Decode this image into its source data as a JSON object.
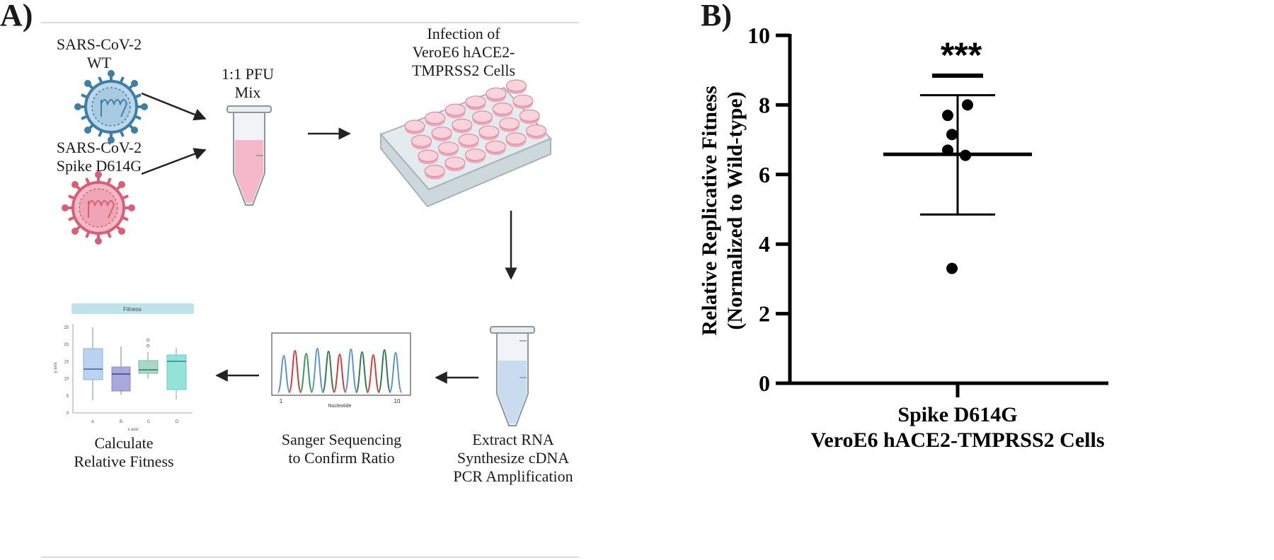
{
  "panel_a": {
    "label": "A)",
    "wt_label": [
      "SARS-CoV-2",
      "WT"
    ],
    "mutant_label": [
      "SARS-CoV-2",
      "Spike D614G"
    ],
    "mix_label": [
      "1:1 PFU",
      "Mix"
    ],
    "infection_label": [
      "Infection of",
      "VeroE6 hACE2-",
      "TMPRSS2 Cells"
    ],
    "extract_label": [
      "Extract RNA",
      "Synthesize cDNA",
      "PCR Amplification"
    ],
    "sanger_label": [
      "Sanger Sequencing",
      "to Confirm Ratio"
    ],
    "calc_label": [
      "Calculate",
      "Relative Fitness"
    ],
    "chromatogram": {
      "x_start": "1",
      "x_end": "10",
      "xlabel": "Nucleotide"
    },
    "mini_boxplot": {
      "title": "Fitness",
      "xlabel": "x axis",
      "ylabel": "y axis",
      "yticks": [
        "0",
        "5",
        "10",
        "15",
        "20",
        "25"
      ],
      "categories": [
        "A",
        "B",
        "C",
        "D"
      ]
    },
    "colors": {
      "wt_virus": "#3f7fa6",
      "mutant_virus": "#d95f76",
      "pink_liquid": "#f4b8c8",
      "blue_liquid": "#c9dcef",
      "plate": "#dfe6ea",
      "arrow": "#222222"
    }
  },
  "panel_b": {
    "label": "B)",
    "significance": "***",
    "chart_data": {
      "type": "scatter",
      "title": "",
      "ylabel": [
        "Relative Replicative Fitness",
        "(Normalized to Wild-type)"
      ],
      "xlabel": [
        "Spike D614G",
        "VeroE6 hACE2-TMPRSS2 Cells"
      ],
      "ylim": [
        0,
        10
      ],
      "yticks": [
        0,
        2,
        4,
        6,
        8,
        10
      ],
      "points": [
        8.0,
        7.7,
        7.15,
        6.7,
        6.55,
        3.3
      ],
      "mean": 6.58,
      "error_bar": [
        4.85,
        8.28
      ],
      "grid": false
    }
  }
}
